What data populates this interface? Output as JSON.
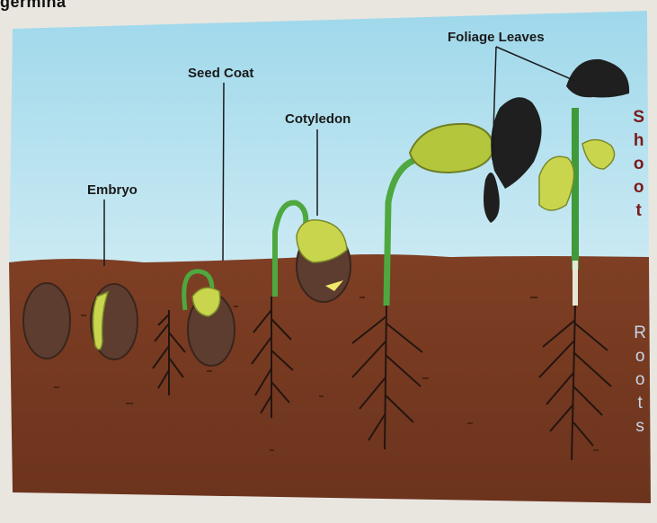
{
  "page_top_text": "germina",
  "labels": {
    "embryo": "Embryo",
    "seed_coat": "Seed Coat",
    "cotyledon": "Cotyledon",
    "foliage_leaves": "Foliage Leaves"
  },
  "side_labels": {
    "shoot": "Shoot",
    "roots": "Roots"
  },
  "colors": {
    "sky_top": "#9ed7ea",
    "sky_bottom": "#c7e9f3",
    "soil": "#7a3c22",
    "soil_dark": "#5a2a16",
    "seed": "#5e3c2e",
    "cotyledon": "#c9d64d",
    "stem_green": "#3f9a3a",
    "leaf_dark": "#1c1c1c"
  }
}
